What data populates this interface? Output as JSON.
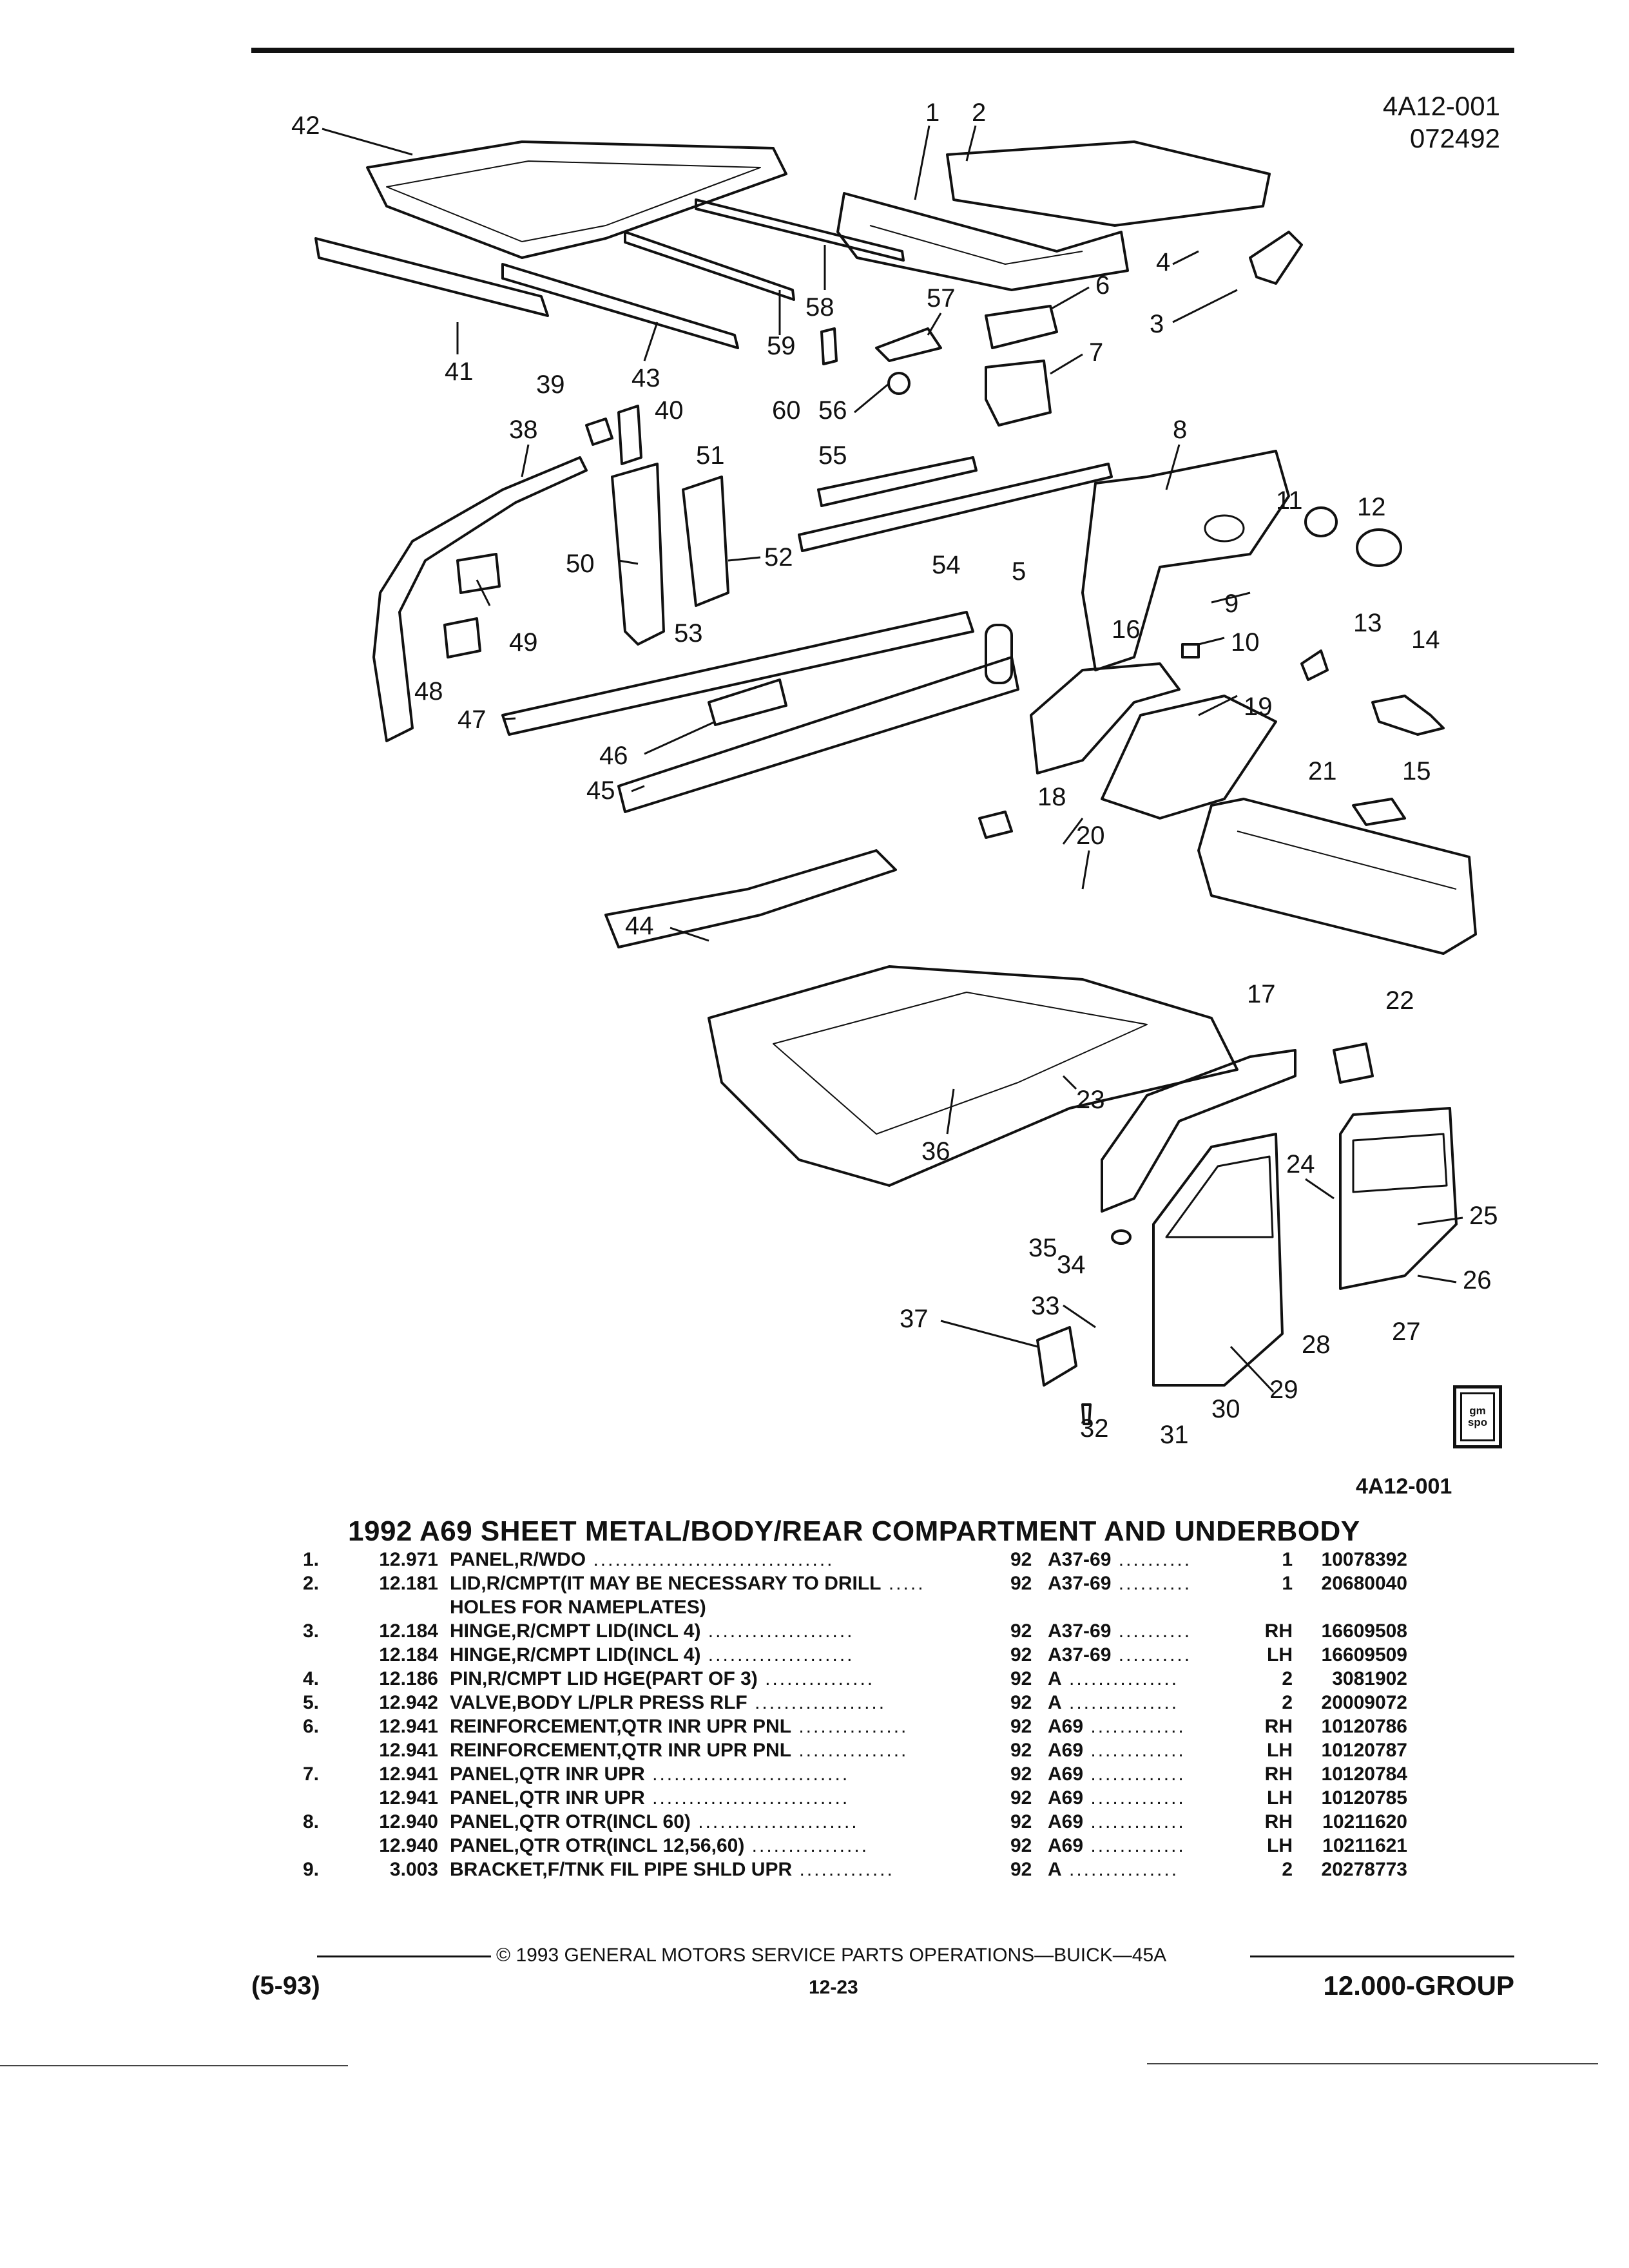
{
  "illustration": {
    "code": "4A12-001",
    "date_code": "072492",
    "code_bottom": "4A12-001",
    "logo_text_top": "gm",
    "logo_text_bottom": "spo",
    "callouts": [
      "1",
      "2",
      "3",
      "4",
      "5",
      "6",
      "7",
      "8",
      "9",
      "10",
      "11",
      "12",
      "13",
      "14",
      "15",
      "16",
      "17",
      "18",
      "19",
      "20",
      "21",
      "22",
      "23",
      "24",
      "25",
      "26",
      "27",
      "28",
      "29",
      "30",
      "31",
      "32",
      "33",
      "34",
      "35",
      "36",
      "37",
      "38",
      "39",
      "40",
      "41",
      "42",
      "43",
      "44",
      "45",
      "46",
      "47",
      "48",
      "49",
      "50",
      "51",
      "52",
      "53",
      "54",
      "55",
      "56",
      "57",
      "58",
      "59",
      "60"
    ]
  },
  "section_title": "1992 A69 SHEET METAL/BODY/REAR COMPARTMENT AND UNDERBODY",
  "parts": [
    {
      "ref": "1.",
      "group": "12.971",
      "name": "PANEL",
      ",desc": "",
      "desc": ",R/WDO",
      "cont": "",
      "year": "92",
      "model": "A37-69",
      "qty": "1",
      "part": "10078392"
    },
    {
      "ref": "2.",
      "group": "12.181",
      "name": "LID",
      "desc": ",R/CMPT(IT MAY BE NECESSARY TO DRILL",
      "cont": "",
      "year": "92",
      "model": "A37-69",
      "qty": "1",
      "part": "20680040"
    },
    {
      "ref": "",
      "group": "",
      "name": "",
      "desc": "HOLES FOR NAMEPLATES)",
      "cont": "true",
      "year": "",
      "model": "",
      "qty": "",
      "part": ""
    },
    {
      "ref": "3.",
      "group": "12.184",
      "name": "HINGE",
      "desc": ",R/CMPT LID(INCL 4)",
      "cont": "",
      "year": "92",
      "model": "A37-69",
      "qty": "RH",
      "part": "16609508"
    },
    {
      "ref": "",
      "group": "12.184",
      "name": "HINGE",
      "desc": ",R/CMPT LID(INCL 4)",
      "cont": "",
      "year": "92",
      "model": "A37-69",
      "qty": "LH",
      "part": "16609509"
    },
    {
      "ref": "4.",
      "group": "12.186",
      "name": "PIN",
      "desc": ",R/CMPT LID HGE(PART OF 3)",
      "cont": "",
      "year": "92",
      "model": "A",
      "qty": "2",
      "part": "3081902"
    },
    {
      "ref": "5.",
      "group": "12.942",
      "name": "VALVE",
      "desc": ",BODY L/PLR PRESS RLF",
      "cont": "",
      "year": "92",
      "model": "A",
      "qty": "2",
      "part": "20009072"
    },
    {
      "ref": "6.",
      "group": "12.941",
      "name": "REINFORCEMENT",
      "desc": ",QTR INR UPR PNL",
      "cont": "",
      "year": "92",
      "model": "A69",
      "qty": "RH",
      "part": "10120786"
    },
    {
      "ref": "",
      "group": "12.941",
      "name": "REINFORCEMENT",
      "desc": ",QTR INR UPR PNL",
      "cont": "",
      "year": "92",
      "model": "A69",
      "qty": "LH",
      "part": "10120787"
    },
    {
      "ref": "7.",
      "group": "12.941",
      "name": "PANEL",
      "desc": ",QTR INR UPR",
      "cont": "",
      "year": "92",
      "model": "A69",
      "qty": "RH",
      "part": "10120784"
    },
    {
      "ref": "",
      "group": "12.941",
      "name": "PANEL",
      "desc": ",QTR INR UPR",
      "cont": "",
      "year": "92",
      "model": "A69",
      "qty": "LH",
      "part": "10120785"
    },
    {
      "ref": "8.",
      "group": "12.940",
      "name": "PANEL",
      "desc": ",QTR OTR(INCL 60)",
      "cont": "",
      "year": "92",
      "model": "A69",
      "qty": "RH",
      "part": "10211620"
    },
    {
      "ref": "",
      "group": "12.940",
      "name": "PANEL",
      "desc": ",QTR OTR(INCL 12,56,60)",
      "cont": "",
      "year": "92",
      "model": "A69",
      "qty": "LH",
      "part": "10211621"
    },
    {
      "ref": "9.",
      "group": "3.003",
      "name": "BRACKET",
      "desc": ",F/TNK FIL PIPE SHLD UPR",
      "cont": "",
      "year": "92",
      "model": "A",
      "qty": "2",
      "part": "20278773"
    }
  ],
  "footer": {
    "copyright": "© 1993 GENERAL MOTORS SERVICE PARTS OPERATIONS—BUICK—45A",
    "revision": "(5-93)",
    "page": "12-23",
    "group": "12.000-GROUP"
  }
}
